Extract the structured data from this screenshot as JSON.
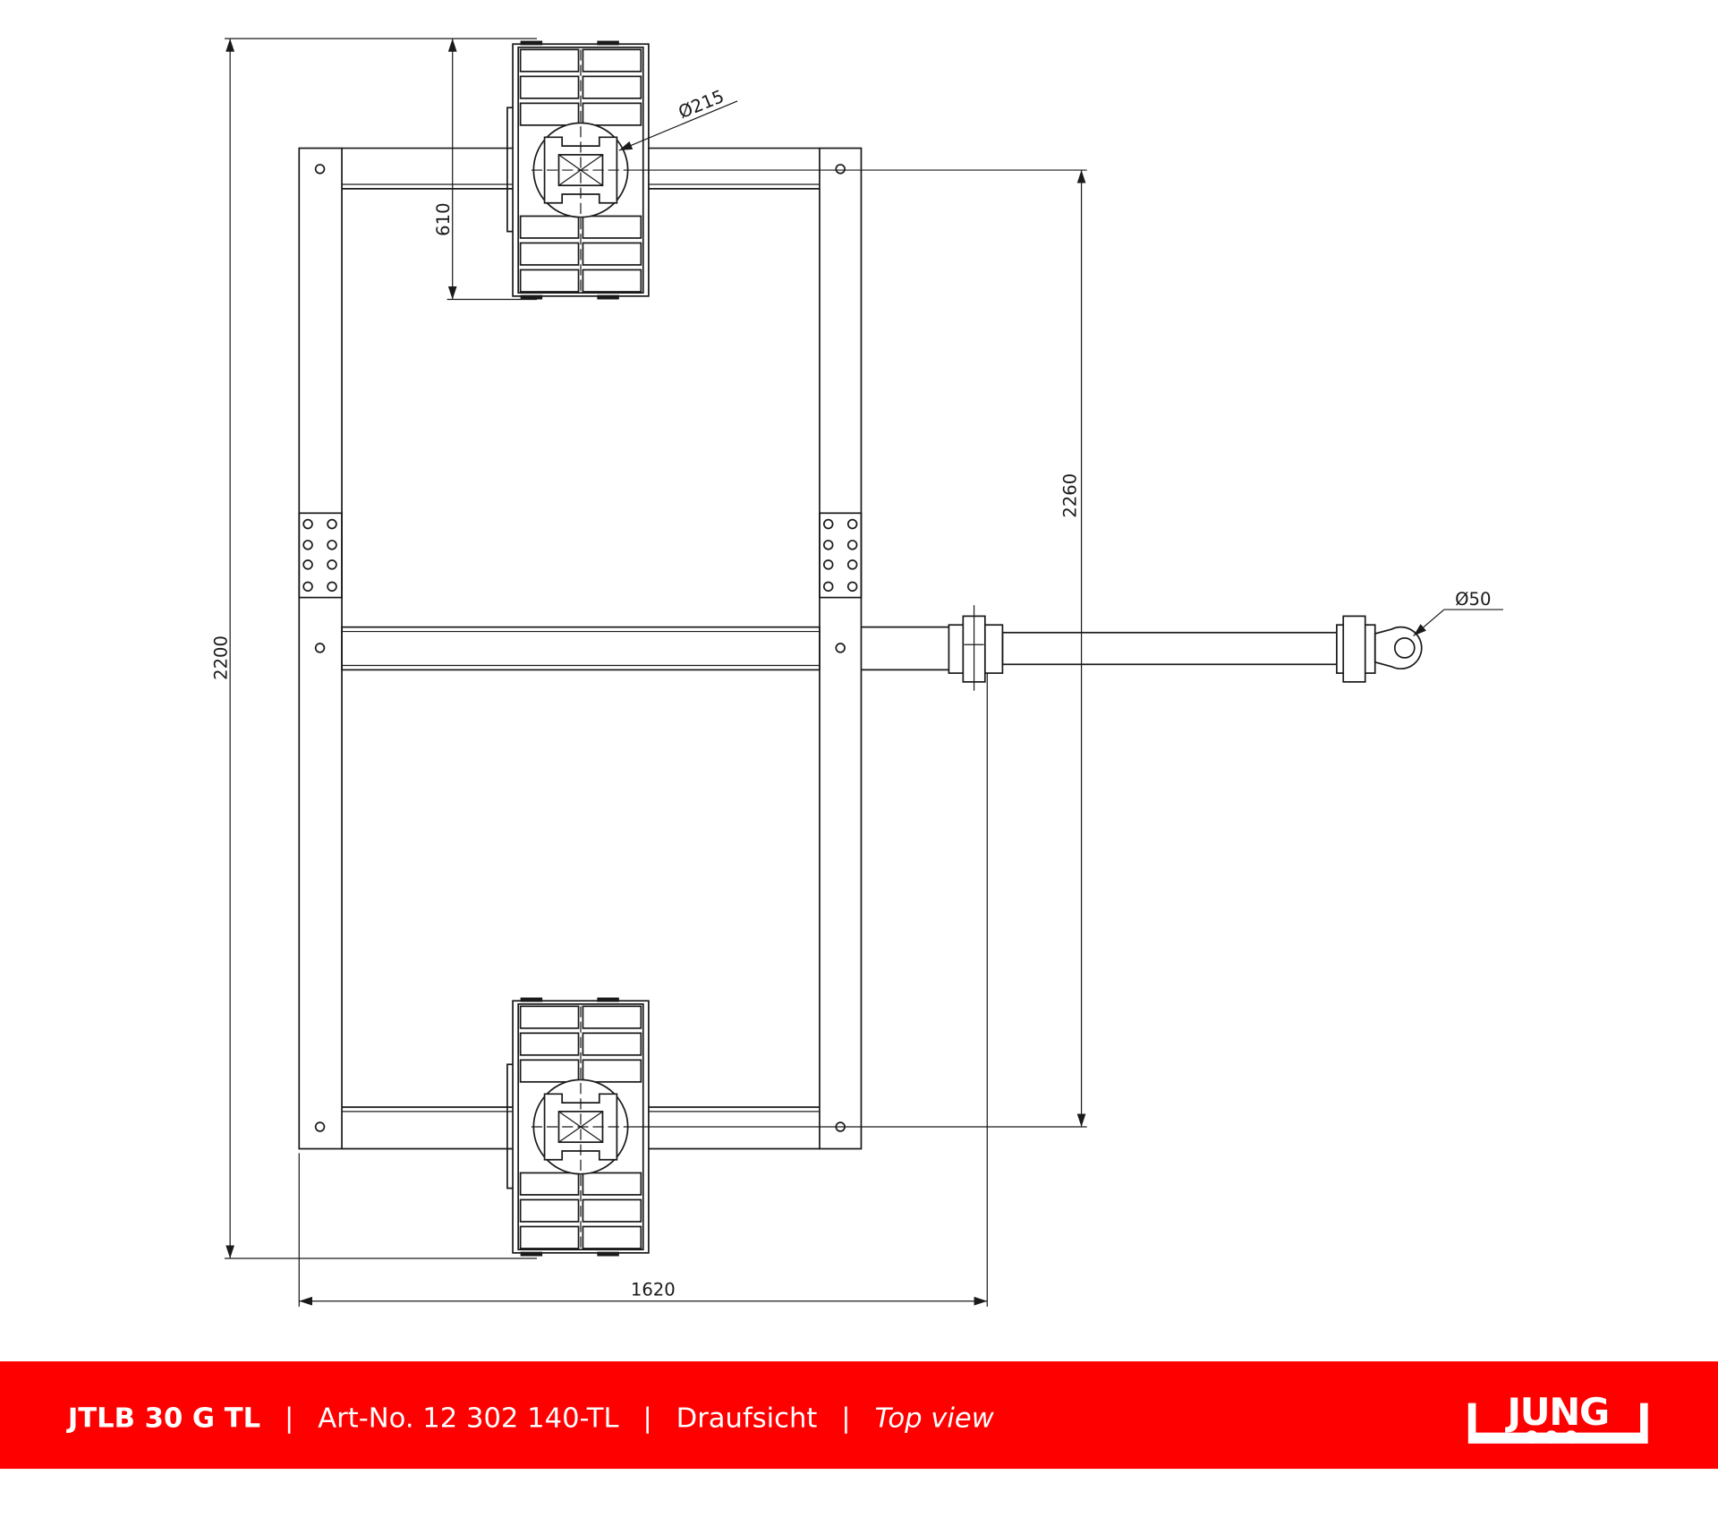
{
  "drawing": {
    "dimensions": {
      "overall_length": "2200",
      "wheel_length": "610",
      "hub_distance": "2260",
      "overall_width": "1620",
      "turntable_diameter": "Ø215",
      "eye_diameter": "Ø50"
    }
  },
  "footer": {
    "model": "JTLB 30 G TL",
    "separator": "|",
    "article": "Art-No. 12 302 140-TL",
    "view_de": "Draufsicht",
    "view_en": "Top view",
    "logo_text": "JUNG",
    "background_color": "#ff0000"
  }
}
